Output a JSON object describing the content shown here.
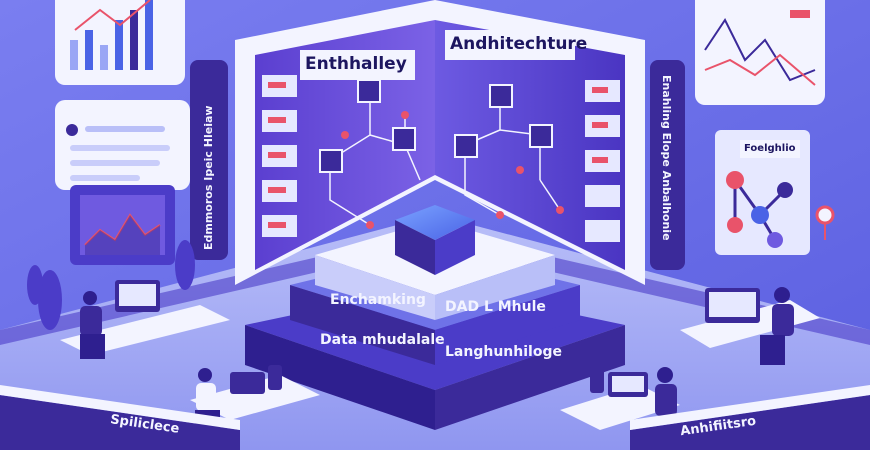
{
  "labels": {
    "left_wall_heading": "Enthhalley",
    "right_wall_heading": "Andhitechture",
    "tier_top": "Enchamking",
    "tier_top_right": "DAD L Mhule",
    "tier_bottom_left": "Data mhudalale",
    "tier_bottom_right": "Langhunhiloge",
    "left_banner": "Edmmoros Ipeic Hleiaw",
    "right_banner": "Enahling Elope Anbalhonie",
    "network_card_title": "Foelghlio",
    "bottom_left_strip": "Spiliclece",
    "bottom_right_strip": "Anhifiitsro"
  },
  "colors": {
    "background": "#6f72e8",
    "deep_purple": "#3b2a9a",
    "panel_white": "#f3f4ff",
    "accent_red": "#e9536a",
    "accent_blue": "#4a63e6"
  }
}
